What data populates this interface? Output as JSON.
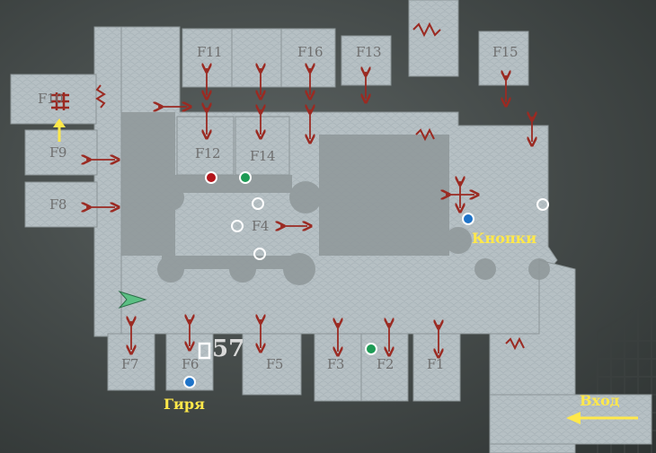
{
  "map": {
    "rooms": [
      {
        "id": "F1",
        "label": "F1"
      },
      {
        "id": "F2",
        "label": "F2"
      },
      {
        "id": "F3",
        "label": "F3"
      },
      {
        "id": "F4",
        "label": "F4"
      },
      {
        "id": "F5",
        "label": "F5"
      },
      {
        "id": "F6",
        "label": "F6"
      },
      {
        "id": "F7",
        "label": "F7"
      },
      {
        "id": "F8",
        "label": "F8"
      },
      {
        "id": "F9",
        "label": "F9"
      },
      {
        "id": "F10",
        "label": "F10"
      },
      {
        "id": "F11",
        "label": "F11"
      },
      {
        "id": "F12",
        "label": "F12"
      },
      {
        "id": "F13",
        "label": "F13"
      },
      {
        "id": "F14",
        "label": "F14"
      },
      {
        "id": "F15",
        "label": "F15"
      },
      {
        "id": "F16",
        "label": "F16"
      }
    ],
    "labels": {
      "buttons": "Кнопки",
      "weight": "Гиря",
      "entrance": "Вход",
      "save_count": "57"
    },
    "markers": [
      {
        "type": "red"
      },
      {
        "type": "green"
      },
      {
        "type": "green"
      },
      {
        "type": "blue"
      },
      {
        "type": "blue"
      },
      {
        "type": "white"
      },
      {
        "type": "white"
      },
      {
        "type": "white"
      },
      {
        "type": "white"
      }
    ],
    "colors": {
      "floor": "#b9c3c6",
      "door_arrow": "#9b2a22",
      "annotation": "#ffe84a",
      "marker_red": "#b3141a",
      "marker_green": "#1d9b55",
      "marker_blue": "#1e73c8",
      "marker_white": "#ffffff",
      "player": "#5bbf83"
    },
    "icons": [
      "player-arrow-icon",
      "ladder-icon",
      "entrance-arrow-icon",
      "save-point-icon",
      "door-arrow-icon",
      "zigzag-door-icon",
      "stairs-icon"
    ]
  }
}
